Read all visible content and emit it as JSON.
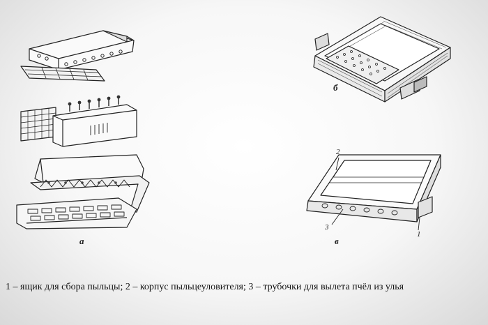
{
  "labels": {
    "a": "а",
    "b": "б",
    "v": "в"
  },
  "callouts": {
    "one": "1",
    "two": "2",
    "three": "3"
  },
  "caption": "1 – ящик для сбора пыльцы; 2 – корпус пыльцеуловителя; 3 – трубочки для вылета пчёл из улья"
}
